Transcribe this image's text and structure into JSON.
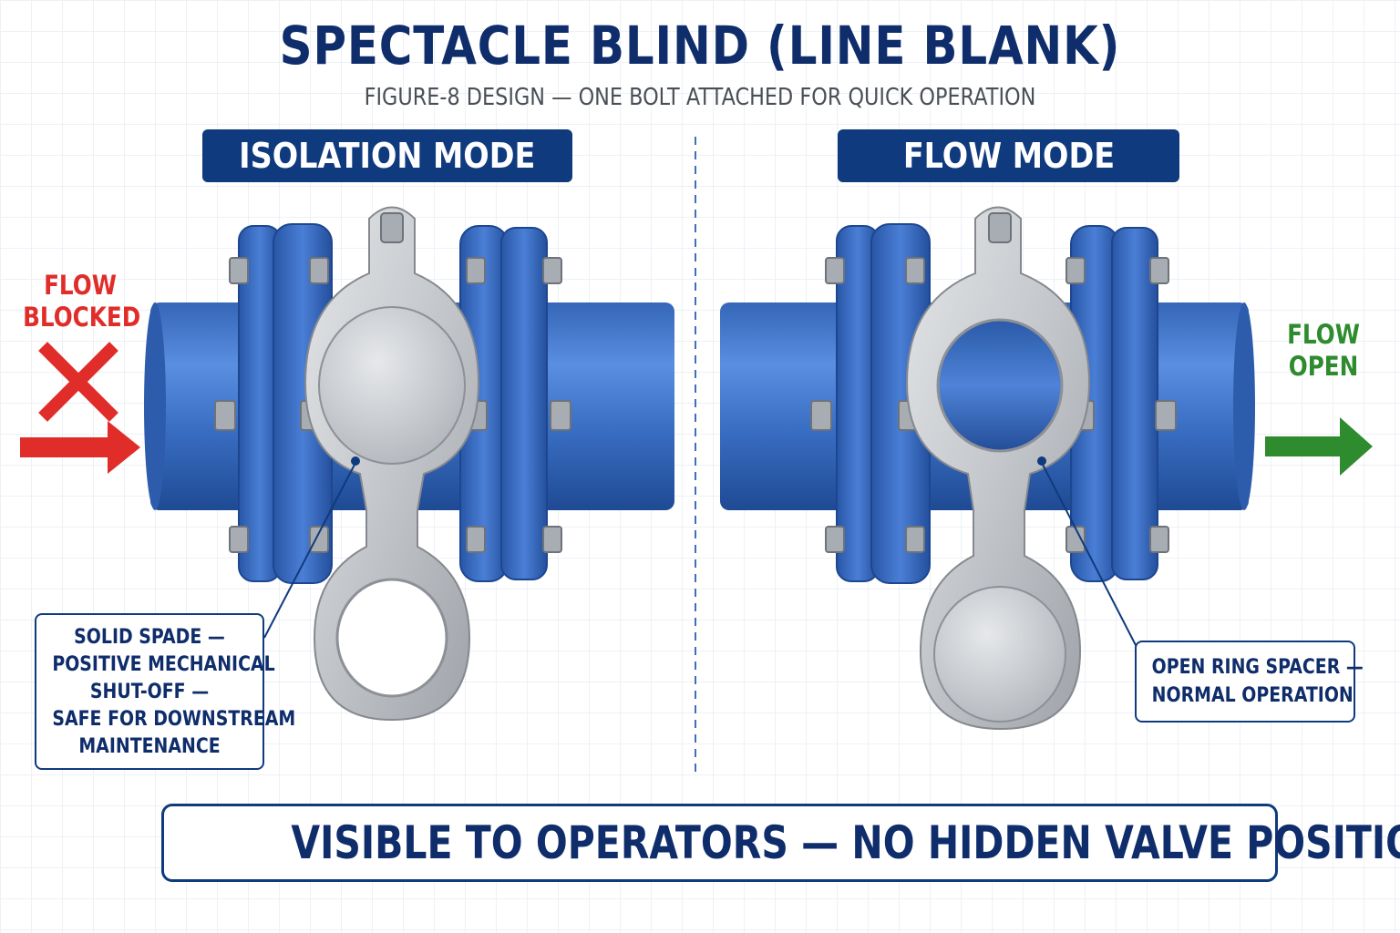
{
  "title": "SPECTACLE BLIND (LINE BLANK)",
  "subtitle": "FIGURE-8 DESIGN — ONE BOLT ATTACHED FOR QUICK OPERATION",
  "left_panel": {
    "mode_label": "ISOLATION MODE",
    "flow_status": [
      "FLOW",
      "BLOCKED"
    ],
    "callout_lines": [
      "SOLID SPADE —",
      "POSITIVE MECHANICAL",
      "SHUT-OFF —",
      "SAFE FOR DOWNSTREAM",
      "MAINTENANCE"
    ]
  },
  "right_panel": {
    "mode_label": "FLOW MODE",
    "flow_status": [
      "FLOW",
      "OPEN"
    ],
    "callout_lines": [
      "OPEN RING SPACER —",
      "NORMAL OPERATION"
    ]
  },
  "footer": "VISIBLE TO OPERATORS — NO HIDDEN VALVE POSITION",
  "colors": {
    "navy": "#0f3a7e",
    "pipe_blue": "#3a6fc4",
    "blocked_red": "#e02d2a",
    "open_green": "#2e8b2e",
    "steel": "#c9ccd0"
  },
  "icons": [
    "x-mark-icon",
    "arrow-right-icon"
  ]
}
